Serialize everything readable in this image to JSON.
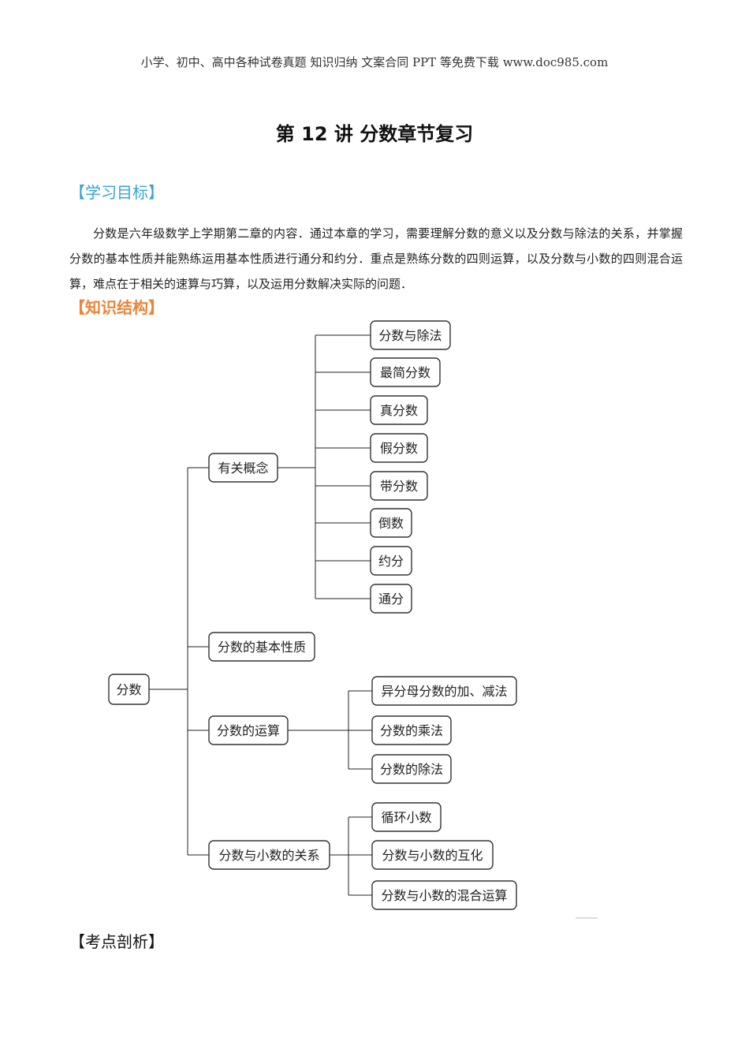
{
  "header": {
    "text": "小学、初中、高中各种试卷真题 知识归纳 文案合同 PPT 等免费下载   www.doc985.com"
  },
  "title": "第 12 讲  分数章节复习",
  "sections": {
    "goal": "【学习目标】",
    "structure": "【知识结构】",
    "analysis": "【考点剖析】"
  },
  "goal_paragraph": "分数是六年级数学上学期第二章的内容．通过本章的学习，需要理解分数的意义以及分数与除法的关系，并掌握分数的基本性质并能熟练运用基本性质进行通分和约分．重点是熟练分数的四则运算，以及分数与小数的四则混合运算，难点在于相关的速算与巧算，以及运用分数解决实际的问题．",
  "mindmap": {
    "root": "分数",
    "branches": [
      {
        "label": "有关概念",
        "children": [
          "分数与除法",
          "最简分数",
          "真分数",
          "假分数",
          "带分数",
          "倒数",
          "约分",
          "通分"
        ]
      },
      {
        "label": "分数的基本性质",
        "children": []
      },
      {
        "label": "分数的运算",
        "children": [
          "异分母分数的加、减法",
          "分数的乘法",
          "分数的除法"
        ]
      },
      {
        "label": "分数与小数的关系",
        "children": [
          "循环小数",
          "分数与小数的互化",
          "分数与小数的混合运算"
        ]
      }
    ]
  }
}
